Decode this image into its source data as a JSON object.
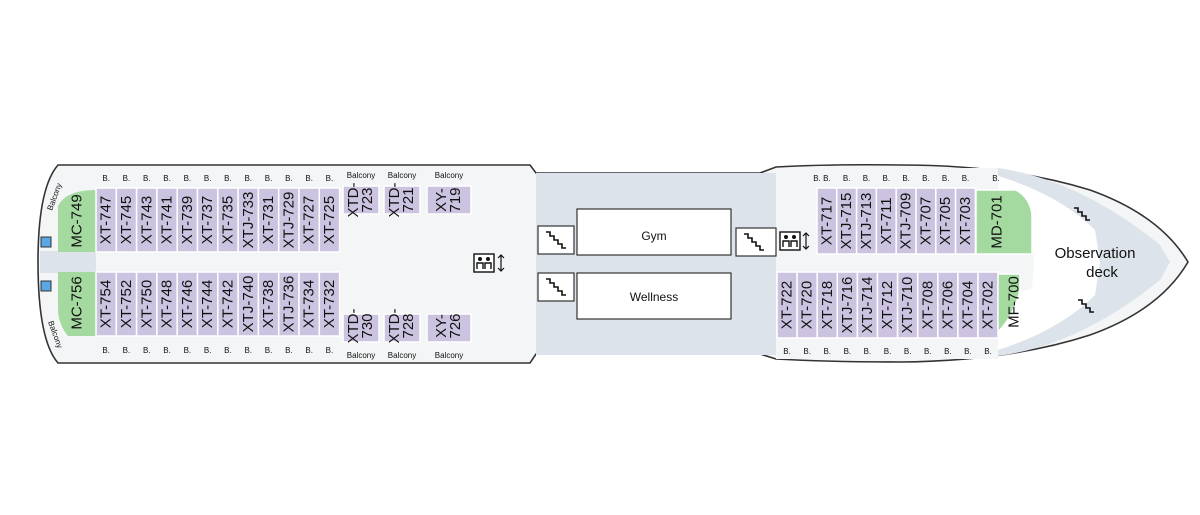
{
  "colors": {
    "cabin_purple": "#cbc3e0",
    "cabin_green": "#a4d9a0",
    "corridor_gray": "#dde3ea",
    "hull_fill": "#f4f5f6",
    "outline": "#333333",
    "elevator_blue": "#5aa9e6"
  },
  "rooms": {
    "gym": "Gym",
    "wellness": "Wellness",
    "observation_line1": "Observation",
    "observation_line2": "deck"
  },
  "icons": [
    "stairs-icon",
    "elevator-icon",
    "life-ring-icon"
  ],
  "balcony_short": "B.",
  "balcony_long": "Balcony",
  "cabins": {
    "aft_top_left": "MC-749",
    "aft_bottom_left": "MC-756",
    "port_top": [
      "XT-747",
      "XT-745",
      "XT-743",
      "XT-741",
      "XT-739",
      "XT-737",
      "XT-735",
      "XTJ-733",
      "XT-731",
      "XTJ-729",
      "XT-727",
      "XT-725"
    ],
    "port_bottom": [
      "XT-754",
      "XT-752",
      "XT-750",
      "XT-748",
      "XT-746",
      "XT-744",
      "XT-742",
      "XTJ-740",
      "XT-738",
      "XTJ-736",
      "XT-734",
      "XT-732"
    ],
    "mid_top": [
      [
        "XTD-",
        "723"
      ],
      [
        "XTD-",
        "721"
      ],
      [
        "XY-",
        "719"
      ]
    ],
    "mid_bottom": [
      [
        "XTD-",
        "730"
      ],
      [
        "XTD-",
        "728"
      ],
      [
        "XY-",
        "726"
      ]
    ],
    "fwd_top": [
      "XT-717",
      "XTJ-715",
      "XTJ-713",
      "XT-711",
      "XTJ-709",
      "XT-707",
      "XT-705",
      "XT-703"
    ],
    "fwd_bottom": [
      "XT-722",
      "XT-720",
      "XT-718",
      "XTJ-716",
      "XTJ-714",
      "XT-712",
      "XTJ-710",
      "XT-708",
      "XT-706",
      "XT-704",
      "XT-702"
    ],
    "fwd_green_top": "MD-701",
    "fwd_green_bottom": "MF-700"
  }
}
